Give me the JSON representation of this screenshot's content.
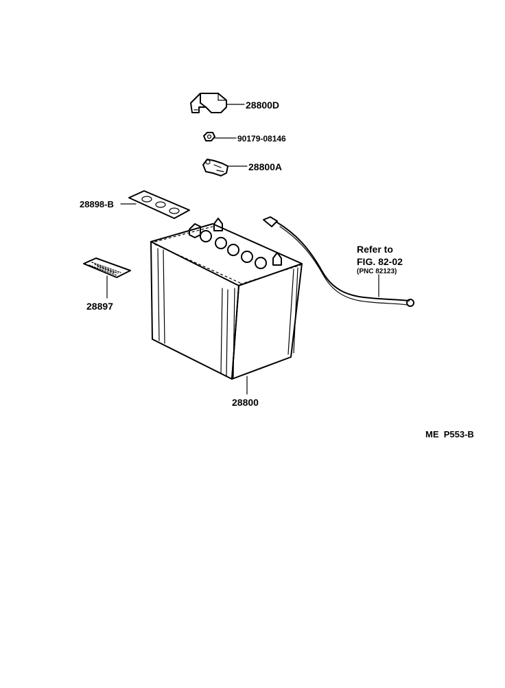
{
  "callouts": {
    "battery_hold_down": "28800D",
    "nut": "90179-08146",
    "terminal_clamp": "28800A",
    "vent_plug_sheet": "28898-B",
    "caution_label": "28897",
    "battery": "28800"
  },
  "reference": {
    "line1": "Refer to",
    "line2": "FIG. 82-02",
    "line3": "(PNC 82123)"
  },
  "figure_code": "ME  P553-B"
}
